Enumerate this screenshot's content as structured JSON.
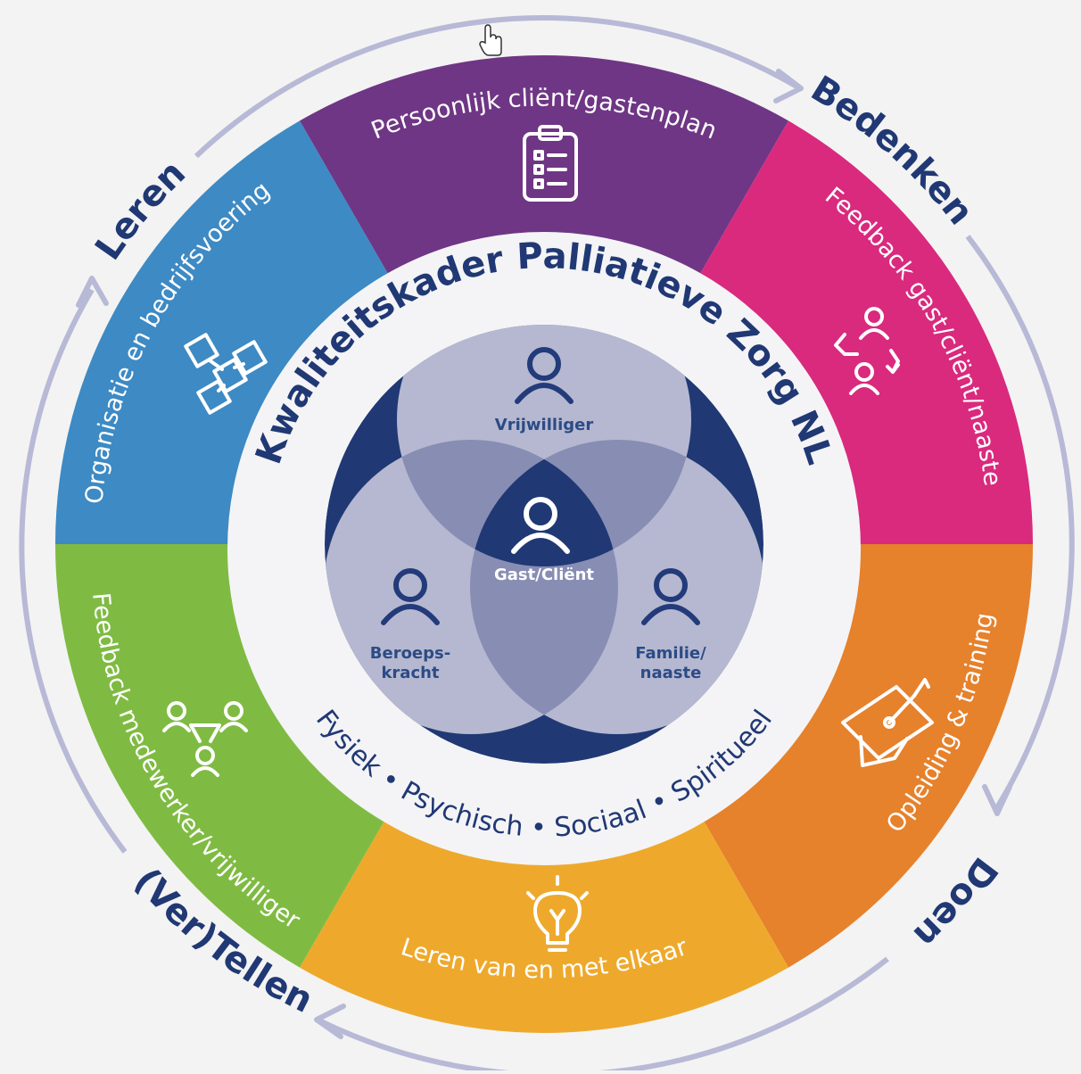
{
  "title": "Kwaliteitskader Palliatieve Zorg NL",
  "dimensions": "Fysiek • Psychisch • Sociaal • Spiritueel",
  "phases": {
    "bedenken": "Bedenken",
    "doen": "Doen",
    "vertellen": "(Ver)Tellen",
    "leren": "Leren"
  },
  "segments": [
    {
      "label": "Persoonlijk cliënt/gastenplan",
      "color": "#6f3685",
      "icon": "clipboard-icon"
    },
    {
      "label": "Feedback gast/cliënt/naaste",
      "color": "#d92a7e",
      "icon": "feedback-cycle-icon"
    },
    {
      "label": "Opleiding & training",
      "color": "#e6812c",
      "icon": "graduation-cap-icon"
    },
    {
      "label": "Leren van en met elkaar",
      "color": "#eea92c",
      "icon": "lightbulb-icon"
    },
    {
      "label": "Feedback medewerker/vrijwilliger",
      "color": "#7fbb42",
      "icon": "people-network-icon"
    },
    {
      "label": "Organisatie en bedrijfsvoering",
      "color": "#3d8ac4",
      "icon": "org-chart-icon"
    }
  ],
  "venn": {
    "vrijwilliger": "Vrijwilliger",
    "gast_line1": "Gast/Cliënt",
    "beroeps_line1": "Beroeps-",
    "beroeps_line2": "kracht",
    "familie_line1": "Familie/",
    "familie_line2": "naaste"
  },
  "colors": {
    "navy": "#203874",
    "venn_light": "#b5b8d0",
    "venn_overlap": "#888db4",
    "arrow": "#b7b9d6"
  }
}
